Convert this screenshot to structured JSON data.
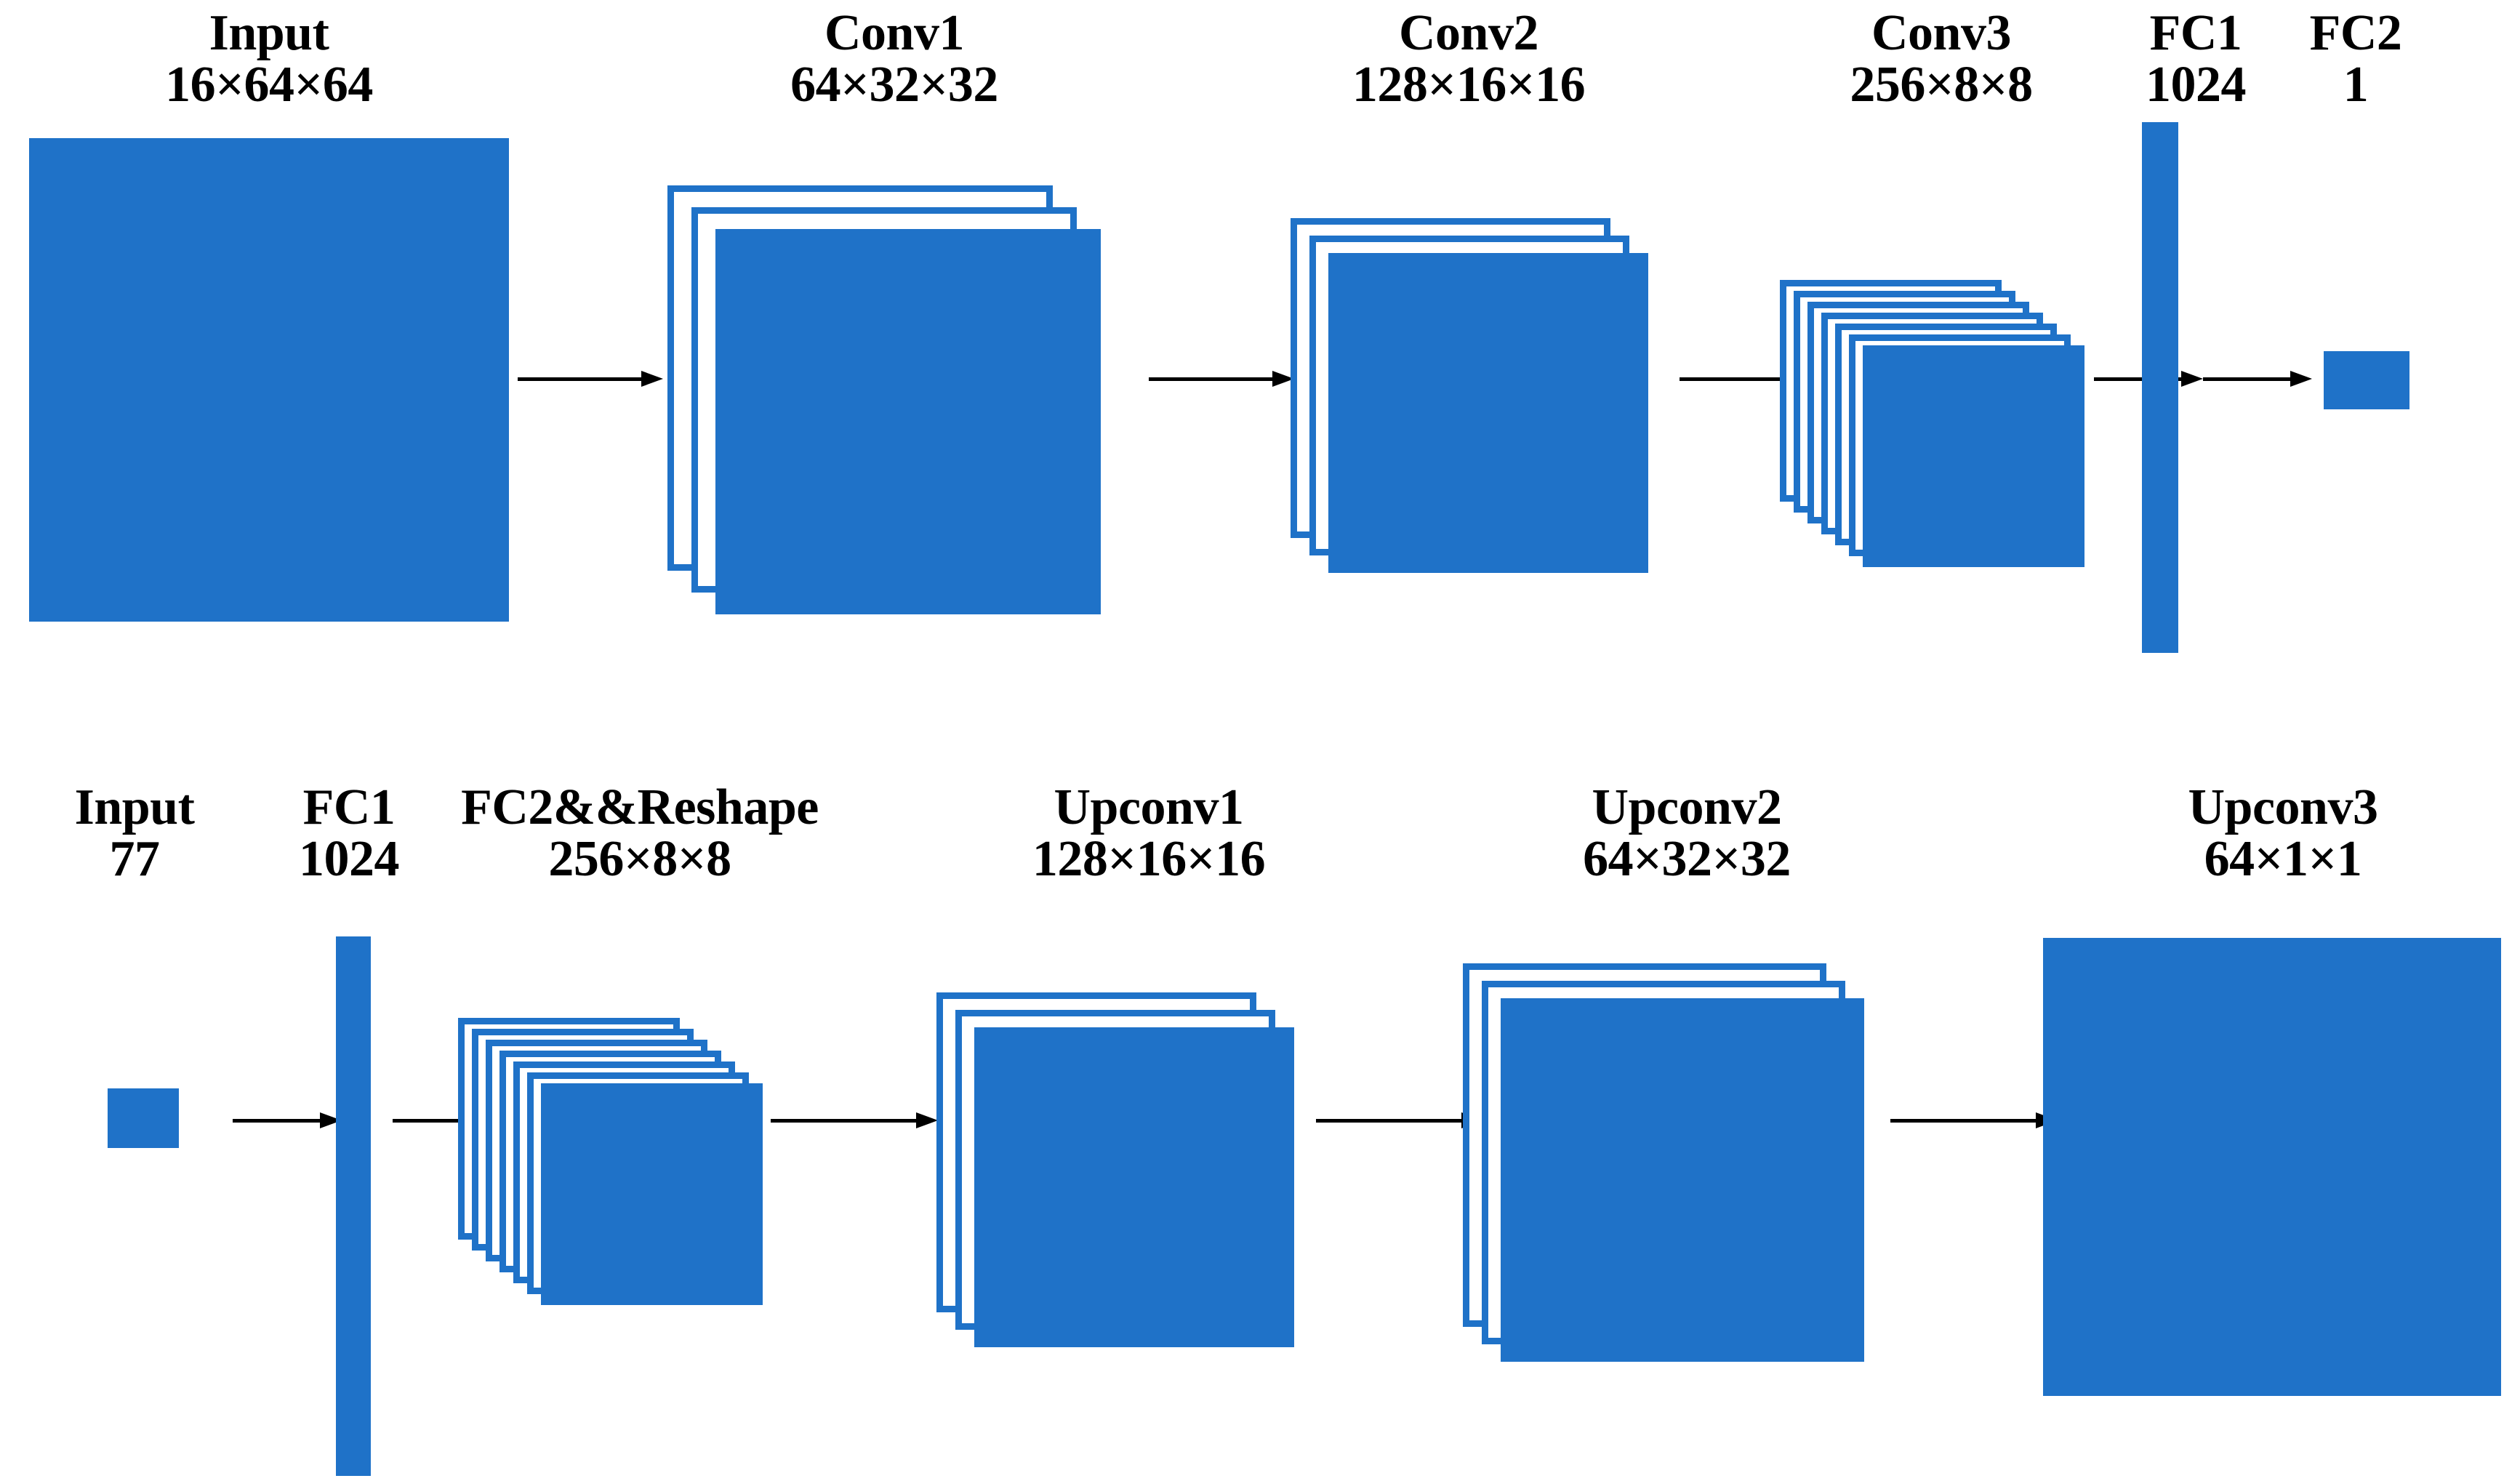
{
  "diagram": {
    "title_present": false,
    "accent_color": "#1f72c8",
    "line_color": "#000000",
    "background": "#ffffff"
  },
  "encoder": {
    "row_name": "encoder-row",
    "stages": [
      {
        "name": "Input",
        "shape": "16×64×64",
        "kind": "plain",
        "layers": 1
      },
      {
        "name": "Conv1",
        "shape": "64×32×32",
        "kind": "stack",
        "layers": 3
      },
      {
        "name": "Conv2",
        "shape": "128×16×16",
        "kind": "stack",
        "layers": 3
      },
      {
        "name": "Conv3",
        "shape": "256×8×8",
        "kind": "stack",
        "layers": 7
      },
      {
        "name": "FC1",
        "shape": "1024",
        "kind": "bar",
        "layers": 1
      },
      {
        "name": "FC2",
        "shape": "1",
        "kind": "scalar",
        "layers": 1
      }
    ]
  },
  "decoder": {
    "row_name": "decoder-row",
    "stages": [
      {
        "name": "Input",
        "shape": "77",
        "kind": "scalar",
        "layers": 1
      },
      {
        "name": "FC1",
        "shape": "1024",
        "kind": "bar",
        "layers": 1
      },
      {
        "name": "FC2&&Reshape",
        "shape": "256×8×8",
        "kind": "stack",
        "layers": 7
      },
      {
        "name": "Upconv1",
        "shape": "128×16×16",
        "kind": "stack",
        "layers": 3
      },
      {
        "name": "Upconv2",
        "shape": "64×32×32",
        "kind": "stack",
        "layers": 3
      },
      {
        "name": "Upconv3",
        "shape": "64×1×1",
        "kind": "plain",
        "layers": 1
      }
    ]
  },
  "arrows": {
    "icon": "right-arrow-icon",
    "count_encoder": 5,
    "count_decoder": 5
  }
}
